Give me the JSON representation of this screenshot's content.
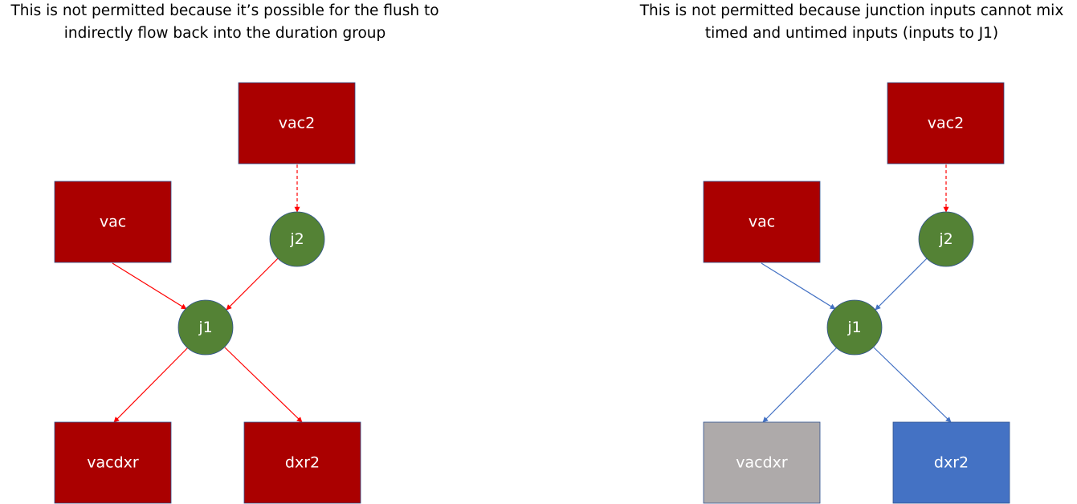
{
  "diagrams": [
    {
      "caption_lines": [
        "This is not permitted because it’s possible for the flush to",
        "indirectly flow back into the duration group"
      ],
      "nodes": {
        "vac2": {
          "label": "vac2",
          "color": "#aa0000"
        },
        "vac": {
          "label": "vac",
          "color": "#aa0000"
        },
        "j2": {
          "label": "j2",
          "color": "#548235"
        },
        "j1": {
          "label": "j1",
          "color": "#548235"
        },
        "vacdxr": {
          "label": "vacdxr",
          "color": "#aa0000"
        },
        "dxr2": {
          "label": "dxr2",
          "color": "#aa0000"
        }
      },
      "edges": [
        {
          "from": "vac2",
          "to": "j2",
          "color": "#ff0000",
          "dashed": true
        },
        {
          "from": "vac",
          "to": "j1",
          "color": "#ff0000",
          "dashed": false
        },
        {
          "from": "j2",
          "to": "j1",
          "color": "#ff0000",
          "dashed": false
        },
        {
          "from": "j1",
          "to": "vacdxr",
          "color": "#ff0000",
          "dashed": false
        },
        {
          "from": "j1",
          "to": "dxr2",
          "color": "#ff0000",
          "dashed": false
        }
      ]
    },
    {
      "caption_lines": [
        "This is not permitted because junction inputs cannot mix",
        "timed and untimed inputs (inputs to J1)"
      ],
      "nodes": {
        "vac2": {
          "label": "vac2",
          "color": "#aa0000"
        },
        "vac": {
          "label": "vac",
          "color": "#aa0000"
        },
        "j2": {
          "label": "j2",
          "color": "#548235"
        },
        "j1": {
          "label": "j1",
          "color": "#548235"
        },
        "vacdxr": {
          "label": "vacdxr",
          "color": "#aeaaaa"
        },
        "dxr2": {
          "label": "dxr2",
          "color": "#4472c4"
        }
      },
      "edges": [
        {
          "from": "vac2",
          "to": "j2",
          "color": "#ff0000",
          "dashed": true
        },
        {
          "from": "vac",
          "to": "j1",
          "color": "#4472c4",
          "dashed": false
        },
        {
          "from": "j2",
          "to": "j1",
          "color": "#4472c4",
          "dashed": false
        },
        {
          "from": "j1",
          "to": "vacdxr",
          "color": "#4472c4",
          "dashed": false
        },
        {
          "from": "j1",
          "to": "dxr2",
          "color": "#4472c4",
          "dashed": false
        }
      ]
    }
  ]
}
